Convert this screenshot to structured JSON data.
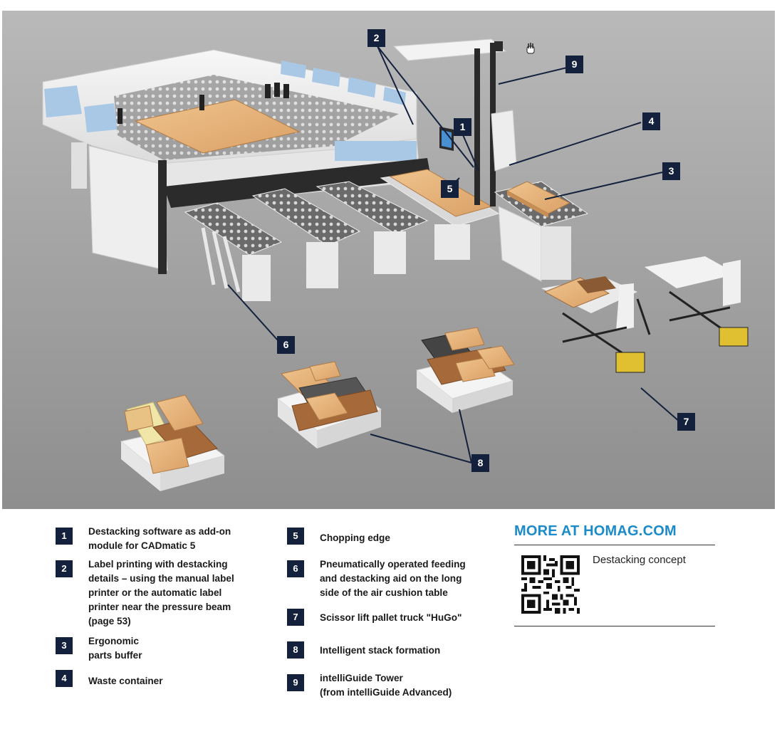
{
  "callouts": [
    "1",
    "2",
    "3",
    "4",
    "5",
    "6",
    "7",
    "8",
    "9"
  ],
  "legend": [
    {
      "num": "1",
      "text": "Destacking software as add-on\nmodule for CADmatic 5"
    },
    {
      "num": "2",
      "text": "Label printing with destacking\ndetails – using the manual label\nprinter or the automatic label\nprinter near the pressure beam\n(page 53)"
    },
    {
      "num": "3",
      "text": "Ergonomic\nparts buffer"
    },
    {
      "num": "4",
      "text": "Waste container"
    },
    {
      "num": "5",
      "text": "Chopping edge"
    },
    {
      "num": "6",
      "text": "Pneumatically operated feeding\nand destacking aid on the long\nside of the air cushion table"
    },
    {
      "num": "7",
      "text": "Scissor lift pallet truck \"HuGo\""
    },
    {
      "num": "8",
      "text": "Intelligent stack formation"
    },
    {
      "num": "9",
      "text": "intelliGuide Tower\n(from intelliGuide Advanced)"
    }
  ],
  "more": {
    "title": "MORE AT HOMAG.COM",
    "qr_caption": "Destacking concept",
    "qr_icon": "qr-code-icon"
  },
  "colors": {
    "callout_bg": "#14213d",
    "accent": "#1b8bc9",
    "figure_bg": "#9a9a9a"
  }
}
